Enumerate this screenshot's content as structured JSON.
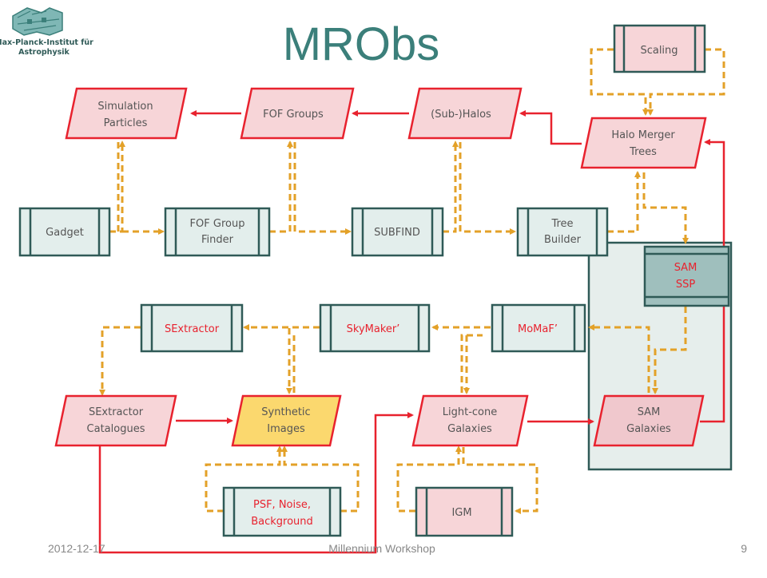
{
  "title": "MRObs",
  "logo": {
    "line1": "Max-Planck-Institut für",
    "line2": "Astrophysik",
    "icon": "institute-building-logo"
  },
  "nodes": {
    "scaling": [
      "Scaling"
    ],
    "sim_particles": [
      "Simulation",
      "Particles"
    ],
    "fof_groups": [
      "FOF Groups"
    ],
    "sub_halos": [
      "(Sub-)Halos"
    ],
    "halo_merger_trees": [
      "Halo Merger",
      "Trees"
    ],
    "gadget": [
      "Gadget"
    ],
    "fof_finder": [
      "FOF Group",
      "Finder"
    ],
    "subfind": [
      "SUBFIND"
    ],
    "tree_builder": [
      "Tree",
      "Builder"
    ],
    "sam_ssp": [
      "SAM",
      "SSP"
    ],
    "sextractor": [
      "SExtractor"
    ],
    "skymaker": [
      "SkyMaker’"
    ],
    "momaf": [
      "MoMaF’"
    ],
    "sextractor_cat": [
      "SExtractor",
      "Catalogues"
    ],
    "synthetic_images": [
      "Synthetic",
      "Images"
    ],
    "lightcone": [
      "Light-cone",
      "Galaxies"
    ],
    "sam_galaxies": [
      "SAM",
      "Galaxies"
    ],
    "psf_noise": [
      "PSF, Noise,",
      "Background"
    ],
    "igm": [
      "IGM"
    ]
  },
  "colors": {
    "title": "#3b7f7a",
    "red": "#e8222e",
    "red_fill": "#f7d5d8",
    "dark_teal": "#2f5a57",
    "teal_fill": "#e3eeec",
    "dash": "#e3a128",
    "yellow": "#fbd86e",
    "sam_panel": "#e6eeec",
    "sam_ssp": "#9fbfbd",
    "node_text": "#555555",
    "red_text": "#e8222e"
  },
  "footer": {
    "date": "2012-12-17",
    "center": "Millennium Workshop",
    "page": "9"
  }
}
